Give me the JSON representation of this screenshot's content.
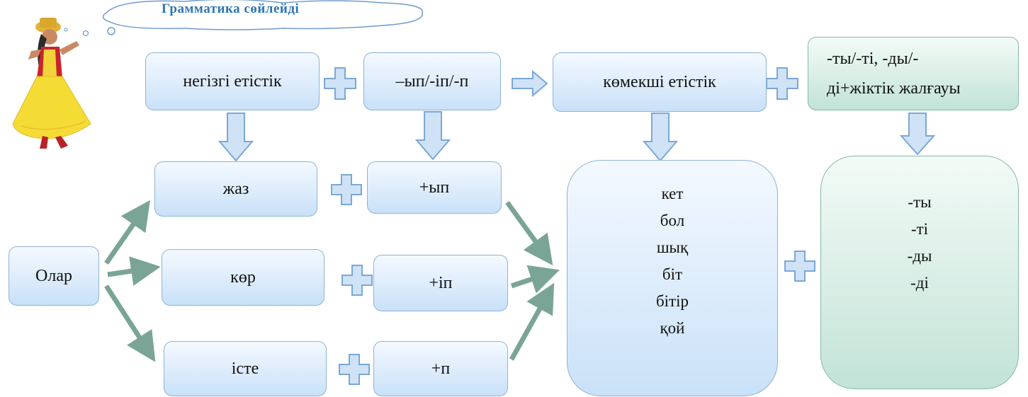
{
  "header": {
    "title": "Грамматика  сөйлейді"
  },
  "formula": {
    "main_verb": "негізгі  етістік",
    "suffix": "–ып/-іп/-п",
    "aux_verb": "көмекші  етістік",
    "ending_line1": "-ты/-ті, -ды/-",
    "ending_line2": "ді+жіктік  жалғауы"
  },
  "subject": "Олар",
  "verbs": [
    "жаз",
    "көр",
    "істе"
  ],
  "suffixes": [
    "+ып",
    "+іп",
    "+п"
  ],
  "aux_verbs": [
    "кет",
    "бол",
    "шық",
    "біт",
    "бітір",
    "қой"
  ],
  "endings": [
    "-ты",
    "-ті",
    "-ды",
    "-ді"
  ],
  "colors": {
    "box_border": "#8fb3d6",
    "box_fill": "#c9e1f8",
    "green_fill": "#c2e3d7",
    "plus_fill": "#cfe2f6",
    "plus_stroke": "#7aa8d6",
    "arrow_green": "#7aa596",
    "title_color": "#2e74b5"
  },
  "icons": [
    "plus-icon",
    "arrow-down-icon",
    "arrow-right-icon",
    "cloud-icon",
    "dancer-icon"
  ]
}
